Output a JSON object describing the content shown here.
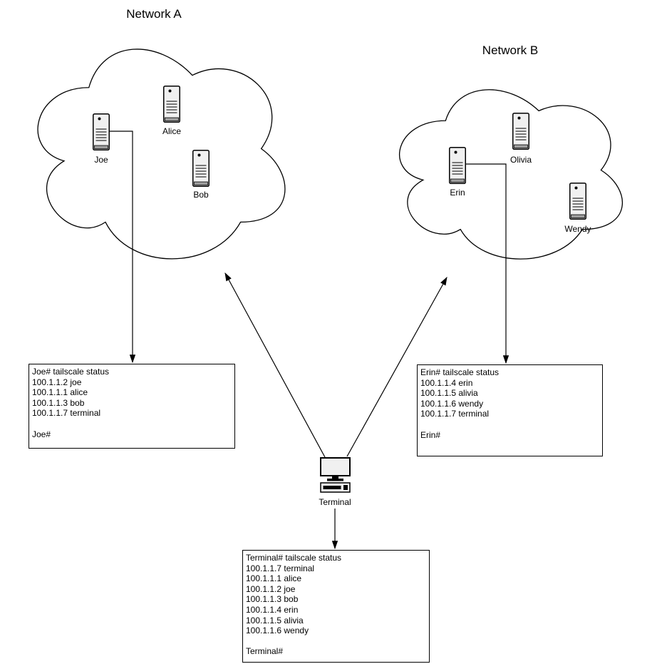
{
  "diagram": {
    "network_a": {
      "title": "Network A",
      "servers": [
        {
          "label": "Joe"
        },
        {
          "label": "Alice"
        },
        {
          "label": "Bob"
        }
      ]
    },
    "network_b": {
      "title": "Network B",
      "servers": [
        {
          "label": "Erin"
        },
        {
          "label": "Olivia"
        },
        {
          "label": "Wendy"
        }
      ]
    },
    "terminal": {
      "label": "Terminal"
    },
    "consoles": {
      "joe": {
        "lines": [
          "Joe# tailscale status",
          "100.1.1.2 joe",
          "100.1.1.1 alice",
          "100.1.1.3 bob",
          "100.1.1.7 terminal",
          "",
          "Joe#"
        ]
      },
      "erin": {
        "lines": [
          "Erin# tailscale status",
          "100.1.1.4 erin",
          "100.1.1.5 alivia",
          "100.1.1.6 wendy",
          "100.1.1.7 terminal",
          "",
          "Erin#"
        ]
      },
      "terminal": {
        "lines": [
          "Terminal# tailscale status",
          "100.1.1.7 terminal",
          "100.1.1.1 alice",
          "100.1.1.2 joe",
          "100.1.1.3 bob",
          "100.1.1.4 erin",
          "100.1.1.5 alivia",
          "100.1.1.6 wendy",
          "",
          "Terminal#"
        ]
      }
    },
    "icons": {
      "server": "server-tower-icon",
      "terminal": "desktop-computer-icon"
    },
    "colors": {
      "stroke": "#000000",
      "server_fill": "#f0f0f0",
      "server_lines": "#5a5a5a",
      "server_bar": "#9e9e9e",
      "background": "#ffffff"
    }
  }
}
